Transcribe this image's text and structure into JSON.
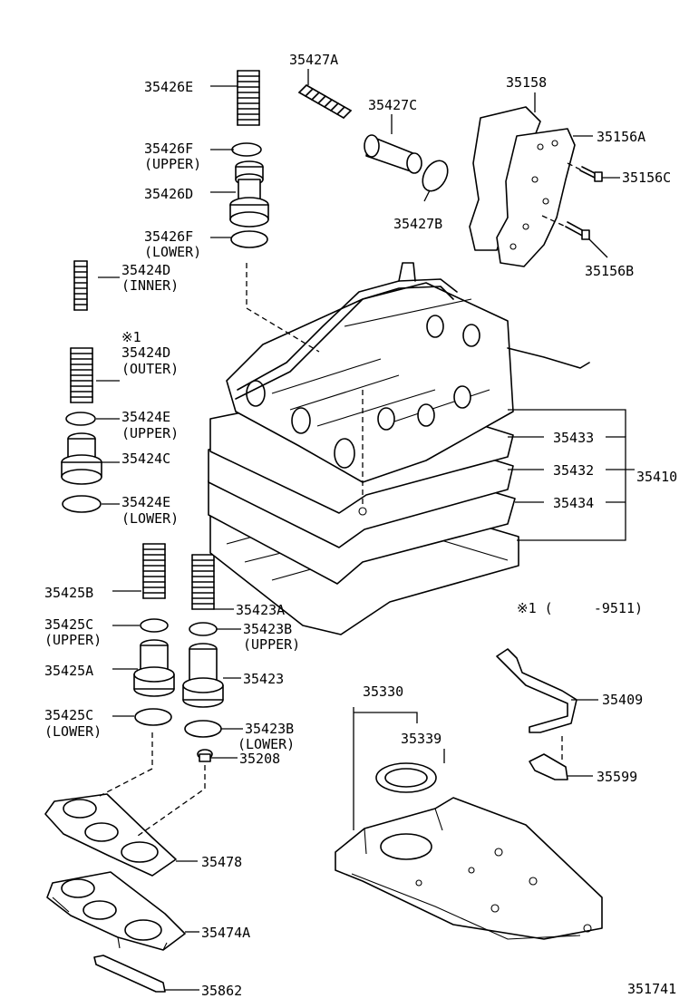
{
  "diagram": {
    "labels": {
      "p35426E": "35426E",
      "p35426F_upper": "35426F",
      "p35426F_upper_note": "(UPPER)",
      "p35426D": "35426D",
      "p35426F_lower": "35426F",
      "p35426F_lower_note": "(LOWER)",
      "p35424D_inner": "35424D",
      "p35424D_inner_note": "(INNER)",
      "mark1": "※1",
      "p35424D_outer": "35424D",
      "p35424D_outer_note": "(OUTER)",
      "p35424E_upper": "35424E",
      "p35424E_upper_note": "(UPPER)",
      "p35424C": "35424C",
      "p35424E_lower": "35424E",
      "p35424E_lower_note": "(LOWER)",
      "p35425B": "35425B",
      "p35425C_upper": "35425C",
      "p35425C_upper_note": "(UPPER)",
      "p35425A": "35425A",
      "p35425C_lower": "35425C",
      "p35425C_lower_note": "(LOWER)",
      "p35423A": "35423A",
      "p35423B_upper": "35423B",
      "p35423B_upper_note": "(UPPER)",
      "p35423": "35423",
      "p35423B_lower": "35423B",
      "p35423B_lower_note": "(LOWER)",
      "p35208": "35208",
      "p35478": "35478",
      "p35474A": "35474A",
      "p35862": "35862",
      "p35427A": "35427A",
      "p35427C": "35427C",
      "p35427B": "35427B",
      "p35158": "35158",
      "p35156A": "35156A",
      "p35156C": "35156C",
      "p35156B": "35156B",
      "p35433": "35433",
      "p35432": "35432",
      "p35410": "35410",
      "p35434": "35434",
      "footnote": "※1 (     -9511)",
      "p35330": "35330",
      "p35339": "35339",
      "p35409": "35409",
      "p35599": "35599",
      "diagram_id": "351741"
    }
  }
}
